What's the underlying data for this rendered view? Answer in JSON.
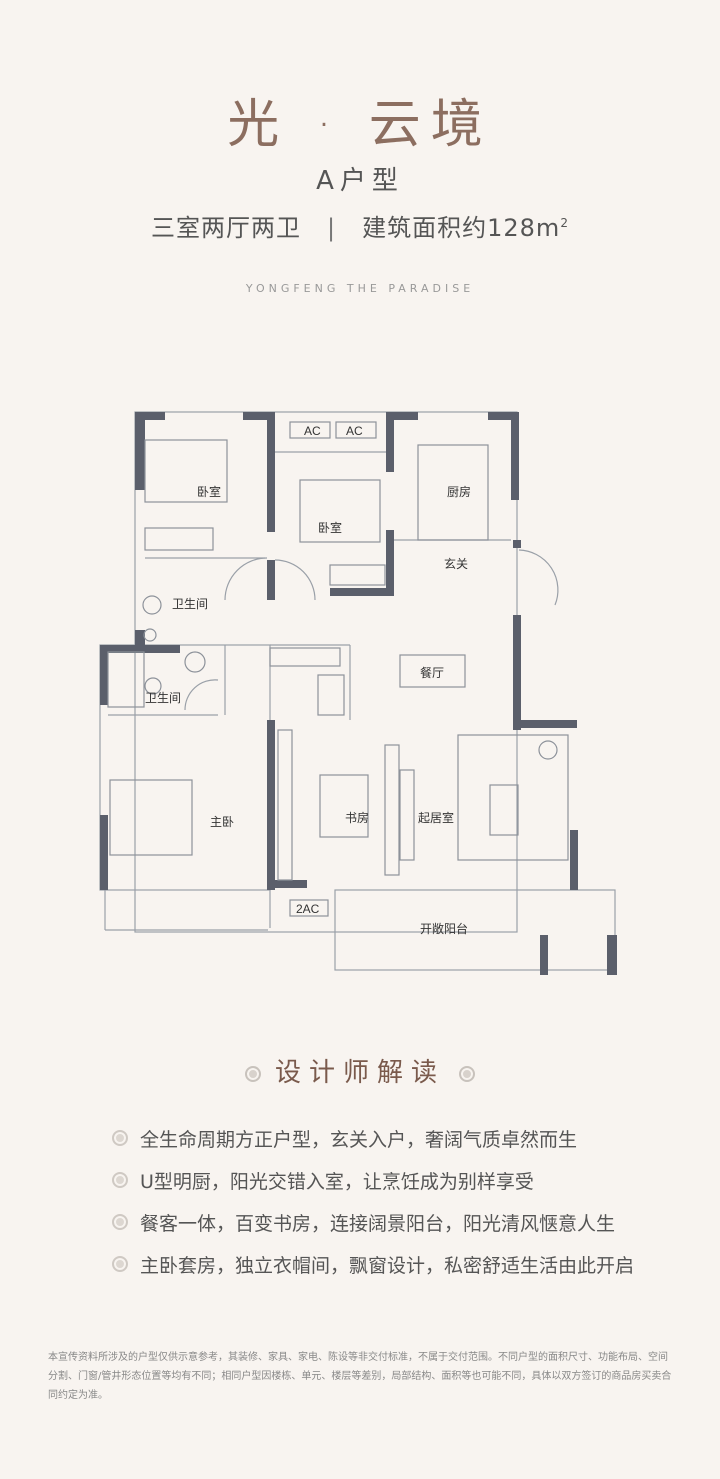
{
  "header": {
    "title": "光 · 云境",
    "unit_type": "A户型",
    "layout": "三室两厅两卫",
    "separator": "|",
    "area_label": "建筑面积约128m",
    "area_unit_sup": "2",
    "english": "YONGFENG THE PARADISE"
  },
  "floorplan": {
    "rooms": {
      "bedroom_1": "卧室",
      "bedroom_2": "卧室",
      "kitchen": "厨房",
      "entrance": "玄关",
      "bathroom_1": "卫生间",
      "bathroom_2": "卫生间",
      "dining": "餐厅",
      "master": "主卧",
      "study": "书房",
      "living": "起居室",
      "balcony": "开敞阳台"
    },
    "ac_labels": [
      "AC",
      "AC",
      "2AC"
    ]
  },
  "design": {
    "title": "设计师解读",
    "points": [
      "全生命周期方正户型，玄关入户，奢阔气质卓然而生",
      "U型明厨，阳光交错入室，让烹饪成为别样享受",
      "餐客一体，百变书房，连接阔景阳台，阳光清风惬意人生",
      "主卧套房，独立衣帽间，飘窗设计，私密舒适生活由此开启"
    ]
  },
  "disclaimer": "本宣传资料所涉及的户型仅供示意参考，其装修、家具、家电、陈设等非交付标准，不属于交付范围。不同户型的面积尺寸、功能布局、空间分割、门窗/管井形态位置等均有不同；相同户型因楼栋、单元、楼层等差别，局部结构、面积等也可能不同，具体以双方签订的商品房买卖合同约定为准。"
}
